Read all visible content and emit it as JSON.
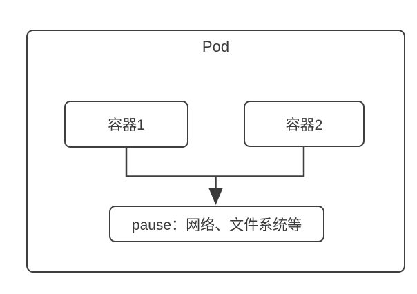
{
  "diagram": {
    "type": "flowchart",
    "pod": {
      "title": "Pod"
    },
    "nodes": {
      "container1": {
        "label": "容器1"
      },
      "container2": {
        "label": "容器2"
      },
      "pause": {
        "label": "pause：网络、文件系统等"
      }
    },
    "edges": [
      {
        "from": "container1",
        "to": "pause",
        "style": "elbow-merge-arrow"
      },
      {
        "from": "container2",
        "to": "pause",
        "style": "elbow-merge-arrow"
      }
    ],
    "colors": {
      "border": "#3f3f3f",
      "line": "#3f3f3f",
      "arrow_fill": "#3a3a3a",
      "text": "#3a3a3a",
      "background": "#ffffff"
    }
  }
}
